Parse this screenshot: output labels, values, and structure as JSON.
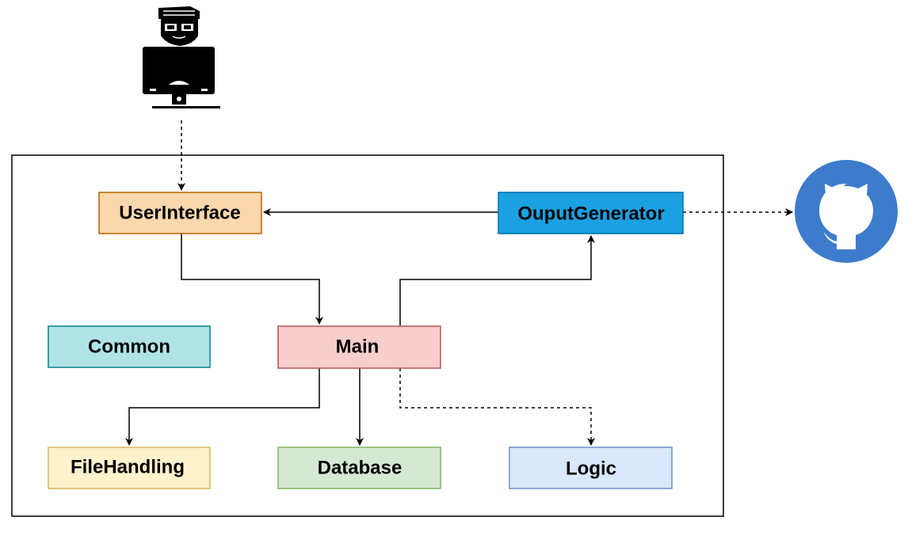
{
  "diagram": {
    "nodes": {
      "user_interface": {
        "label": "UserInterface",
        "fill": "#fad7ac",
        "stroke": "#b46504"
      },
      "output_generator": {
        "label": "OuputGenerator",
        "fill": "#1ba1e2",
        "stroke": "#006eaf"
      },
      "common": {
        "label": "Common",
        "fill": "#b0e3e6",
        "stroke": "#0e8088"
      },
      "main": {
        "label": "Main",
        "fill": "#f8cecc",
        "stroke": "#b85450"
      },
      "file_handling": {
        "label": "FileHandling",
        "fill": "#fff2cc",
        "stroke": "#d6b656"
      },
      "database": {
        "label": "Database",
        "fill": "#d5e8d4",
        "stroke": "#82b366"
      },
      "logic": {
        "label": "Logic",
        "fill": "#dae8fc",
        "stroke": "#6c8ebf"
      }
    },
    "edges": [
      {
        "from": "user",
        "to": "user_interface",
        "style": "dashed"
      },
      {
        "from": "output_generator",
        "to": "user_interface",
        "style": "solid"
      },
      {
        "from": "user_interface",
        "to": "main",
        "style": "solid"
      },
      {
        "from": "main",
        "to": "output_generator",
        "style": "solid"
      },
      {
        "from": "main",
        "to": "file_handling",
        "style": "solid"
      },
      {
        "from": "main",
        "to": "database",
        "style": "solid"
      },
      {
        "from": "main",
        "to": "logic",
        "style": "dashed"
      },
      {
        "from": "output_generator",
        "to": "github",
        "style": "dashed"
      }
    ],
    "icons": {
      "user": "developer-at-computer-icon",
      "github": "github-icon"
    },
    "colors": {
      "github_circle": "#3d7ccc",
      "line": "#000000",
      "container_border": "#000000"
    }
  }
}
